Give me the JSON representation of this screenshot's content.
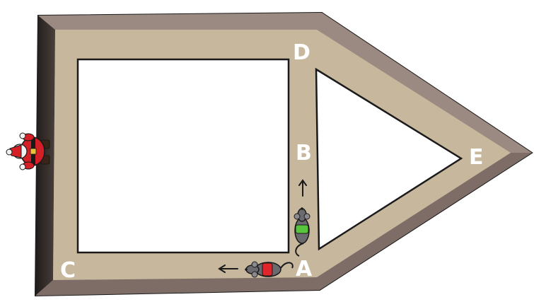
{
  "points": {
    "A": "A",
    "B": "B",
    "C": "C",
    "D": "D",
    "E": "E"
  },
  "colors": {
    "track": "#c7b79d",
    "track_edge": "#8c7a72",
    "wall_dark": "#1f1b1a",
    "inner": "#ffffff",
    "outline": "#1a1a1a",
    "santa_red": "#d41f26",
    "mouse_body": "#6b6a6e",
    "mouse_green_vest": "#58c63c",
    "mouse_red_vest": "#e1262b"
  },
  "figures": {
    "santa": "santa-icon",
    "mouse_up": "mouse-icon",
    "mouse_left": "mouse-icon",
    "arrow_up": "arrow-up-icon",
    "arrow_left": "arrow-left-icon"
  }
}
